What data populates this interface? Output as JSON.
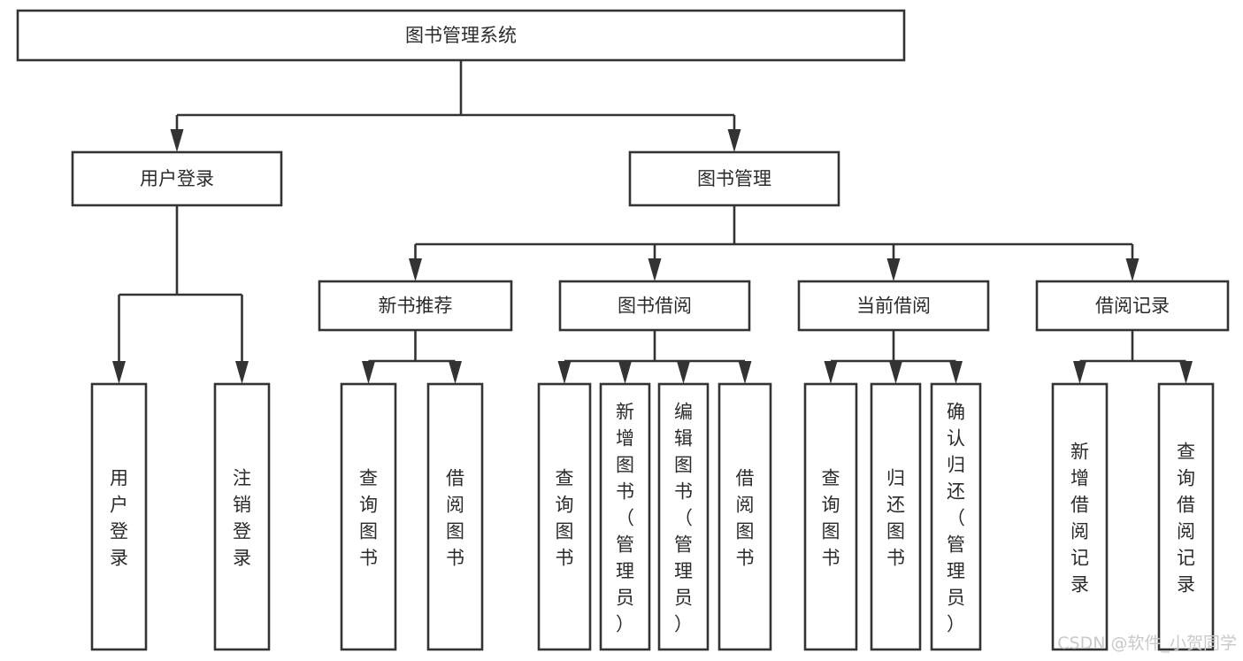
{
  "diagram": {
    "title": "图书管理系统",
    "type": "tree-hierarchy",
    "orientation": "top-down",
    "box_fill": "#ffffff",
    "box_stroke": "#333333",
    "text_color": "#2b2b2b",
    "background": "#ffffff"
  },
  "nodes": {
    "root": {
      "label": "图书管理系统",
      "level": 1,
      "orientation": "horizontal"
    },
    "user_login": {
      "label": "用户登录",
      "level": 2,
      "orientation": "horizontal"
    },
    "book_manage": {
      "label": "图书管理",
      "level": 2,
      "orientation": "horizontal"
    },
    "new_book_rec": {
      "label": "新书推荐",
      "level": 3,
      "orientation": "horizontal"
    },
    "book_borrow": {
      "label": "图书借阅",
      "level": 3,
      "orientation": "horizontal"
    },
    "current_borrow": {
      "label": "当前借阅",
      "level": 3,
      "orientation": "horizontal"
    },
    "borrow_record": {
      "label": "借阅记录",
      "level": 3,
      "orientation": "horizontal"
    },
    "leaf_user_login": {
      "label": "用户登录",
      "level": 3,
      "orientation": "vertical"
    },
    "leaf_logout": {
      "label": "注销登录",
      "level": 3,
      "orientation": "vertical"
    },
    "leaf_query_book_1": {
      "label": "查询图书",
      "level": 4,
      "orientation": "vertical"
    },
    "leaf_borrow_book_1": {
      "label": "借阅图书",
      "level": 4,
      "orientation": "vertical"
    },
    "leaf_query_book_2": {
      "label": "查询图书",
      "level": 4,
      "orientation": "vertical"
    },
    "leaf_add_book": {
      "label": "新增图书（管理员）",
      "level": 4,
      "orientation": "vertical"
    },
    "leaf_edit_book": {
      "label": "编辑图书（管理员）",
      "level": 4,
      "orientation": "vertical"
    },
    "leaf_borrow_book_2": {
      "label": "借阅图书",
      "level": 4,
      "orientation": "vertical"
    },
    "leaf_query_book_3": {
      "label": "查询图书",
      "level": 4,
      "orientation": "vertical"
    },
    "leaf_return_book": {
      "label": "归还图书",
      "level": 4,
      "orientation": "vertical"
    },
    "leaf_confirm_return": {
      "label": "确认归还（管理员）",
      "level": 4,
      "orientation": "vertical"
    },
    "leaf_add_record": {
      "label": "新增借阅记录",
      "level": 4,
      "orientation": "vertical"
    },
    "leaf_query_record": {
      "label": "查询借阅记录",
      "level": 4,
      "orientation": "vertical"
    }
  },
  "edges": [
    {
      "from": "root",
      "to": "user_login"
    },
    {
      "from": "root",
      "to": "book_manage"
    },
    {
      "from": "user_login",
      "to": "leaf_user_login"
    },
    {
      "from": "user_login",
      "to": "leaf_logout"
    },
    {
      "from": "book_manage",
      "to": "new_book_rec"
    },
    {
      "from": "book_manage",
      "to": "book_borrow"
    },
    {
      "from": "book_manage",
      "to": "current_borrow"
    },
    {
      "from": "book_manage",
      "to": "borrow_record"
    },
    {
      "from": "new_book_rec",
      "to": "leaf_query_book_1"
    },
    {
      "from": "new_book_rec",
      "to": "leaf_borrow_book_1"
    },
    {
      "from": "book_borrow",
      "to": "leaf_query_book_2"
    },
    {
      "from": "book_borrow",
      "to": "leaf_add_book"
    },
    {
      "from": "book_borrow",
      "to": "leaf_edit_book"
    },
    {
      "from": "book_borrow",
      "to": "leaf_borrow_book_2"
    },
    {
      "from": "current_borrow",
      "to": "leaf_query_book_3"
    },
    {
      "from": "current_borrow",
      "to": "leaf_return_book"
    },
    {
      "from": "current_borrow",
      "to": "leaf_confirm_return"
    },
    {
      "from": "borrow_record",
      "to": "leaf_add_record"
    },
    {
      "from": "borrow_record",
      "to": "leaf_query_record"
    }
  ],
  "watermark": {
    "text": "CSDN @软件_小贺同学",
    "color": "#c9c9c9"
  }
}
